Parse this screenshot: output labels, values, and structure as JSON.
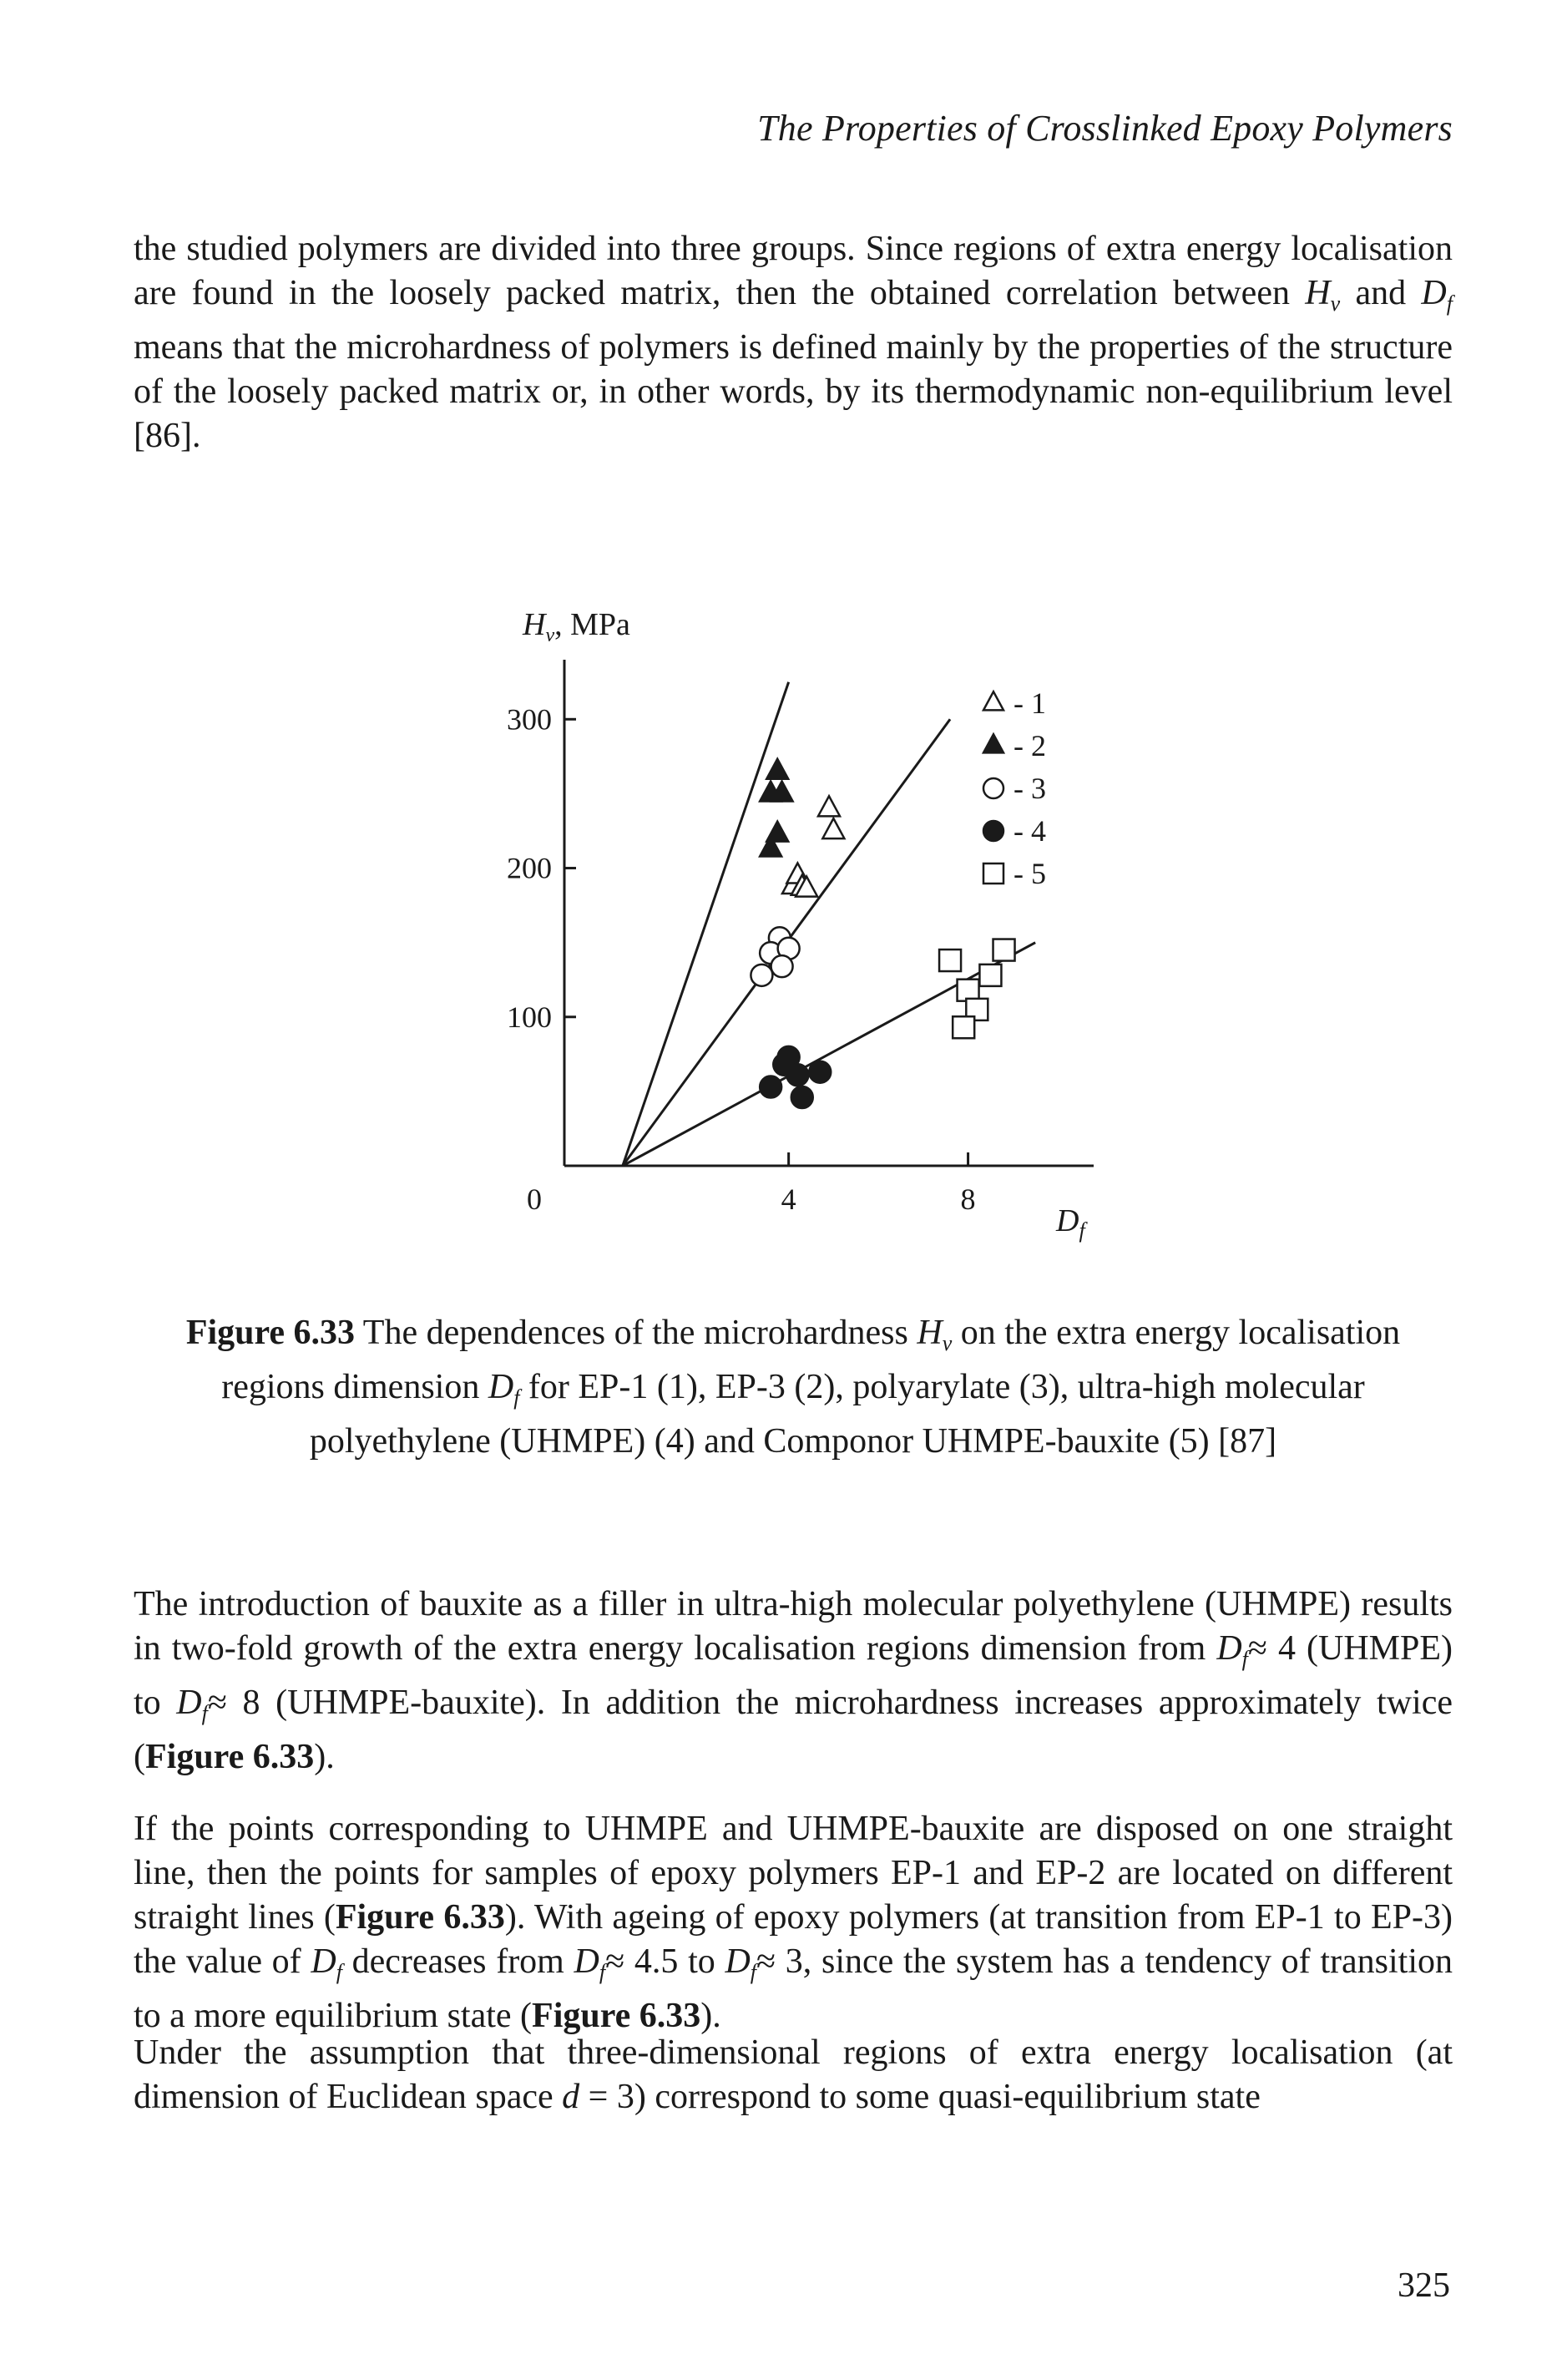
{
  "header": {
    "running_title": "The Properties of Crosslinked Epoxy Polymers"
  },
  "paragraph_1": {
    "t1": "the studied polymers are divided into three groups. Since regions of extra energy localisation are found in the loosely packed matrix, then the obtained correlation between ",
    "hv": "H",
    "hv_sub": "v",
    "t2": " and ",
    "df": "D",
    "df_sub": "f",
    "t3": " means that the microhardness of polymers is defined mainly by the properties of the structure of the loosely packed matrix or, in other words, by its thermodynamic non-equilibrium level [86]."
  },
  "chart_data": {
    "type": "scatter",
    "ylabel": "Hᵥ, MPa",
    "xlabel": "Df",
    "x_ticks": [
      "0",
      "4",
      "8"
    ],
    "y_ticks": [
      "100",
      "200",
      "300"
    ],
    "xlim": [
      -1.0,
      10.8
    ],
    "ylim": [
      0,
      340
    ],
    "legend_position": "top-right",
    "legend": [
      {
        "marker": "open-triangle",
        "label": "- 1"
      },
      {
        "marker": "filled-triangle",
        "label": "- 2"
      },
      {
        "marker": "open-circle",
        "label": "- 3"
      },
      {
        "marker": "filled-circle",
        "label": "- 4"
      },
      {
        "marker": "open-square",
        "label": "- 5"
      }
    ],
    "series": [
      {
        "id": "1",
        "marker": "open-triangle",
        "points": [
          [
            4.9,
            240
          ],
          [
            5.0,
            225
          ],
          [
            4.1,
            188
          ],
          [
            4.2,
            195
          ],
          [
            4.3,
            187
          ],
          [
            4.4,
            186
          ]
        ]
      },
      {
        "id": "2",
        "marker": "filled-triangle",
        "points": [
          [
            3.75,
            265
          ],
          [
            3.6,
            250
          ],
          [
            3.85,
            250
          ],
          [
            3.75,
            223
          ],
          [
            3.6,
            213
          ]
        ]
      },
      {
        "id": "3",
        "marker": "open-circle",
        "points": [
          [
            3.8,
            153
          ],
          [
            3.6,
            143
          ],
          [
            4.0,
            146
          ],
          [
            3.4,
            128
          ],
          [
            3.85,
            134
          ]
        ]
      },
      {
        "id": "4",
        "marker": "filled-circle",
        "points": [
          [
            4.0,
            73
          ],
          [
            3.9,
            68
          ],
          [
            4.7,
            63
          ],
          [
            4.2,
            61
          ],
          [
            3.6,
            53
          ],
          [
            4.3,
            46
          ]
        ]
      },
      {
        "id": "5",
        "marker": "open-square",
        "points": [
          [
            8.8,
            145
          ],
          [
            8.5,
            128
          ],
          [
            7.6,
            138
          ],
          [
            8.0,
            118
          ],
          [
            8.2,
            105
          ],
          [
            7.9,
            93
          ]
        ]
      }
    ],
    "fit_lines": [
      {
        "series": "2",
        "from": [
          0.3,
          0
        ],
        "to": [
          4.0,
          325
        ]
      },
      {
        "series": "1 and 3",
        "from": [
          0.3,
          0
        ],
        "to": [
          7.6,
          300
        ]
      },
      {
        "series": "4 and 5",
        "from": [
          0.3,
          0
        ],
        "to": [
          9.5,
          150
        ]
      }
    ]
  },
  "caption": {
    "label": "Figure 6.33",
    "t1": " The dependences of the microhardness ",
    "hv": "H",
    "hv_sub": "v",
    "t2": " on the extra energy localisation regions dimension ",
    "df": "D",
    "df_sub": "f",
    "t3": " for EP-1 (1), EP-3 (2), polyarylate (3), ultra-high molecular polyethylene (UHMPE) (4) and Componor UHMPE-bauxite (5) [87]"
  },
  "paragraph_2": {
    "t1": "The introduction of bauxite as a filler in ultra-high molecular polyethylene (UHMPE) results in two-fold growth of the extra energy localisation regions dimension from ",
    "d1": "D",
    "d1_sub": "f",
    "t2": "≈ 4 (UHMPE) to ",
    "d2": "D",
    "d2_sub": "f",
    "t3": "≈ 8 (UHMPE-bauxite). In addition the microhardness increases approximately twice (",
    "ref": "Figure 6.33",
    "t4": ")."
  },
  "paragraph_3": {
    "t1": "If the points corresponding to UHMPE and UHMPE-bauxite are disposed on one straight line, then the points for samples of epoxy polymers EP-1 and EP-2 are located on different straight lines (",
    "ref1": "Figure 6.33",
    "t2": "). With ageing of epoxy polymers (at transition from EP-1 to EP-3) the value of ",
    "d1": "D",
    "d1_sub": "f",
    "t3": " decreases from ",
    "d2": "D",
    "d2_sub": "f",
    "t4": "≈ 4.5 to ",
    "d3": "D",
    "d3_sub": "f",
    "t5": "≈ 3, since the system has a tendency of transition to a more equilibrium state (",
    "ref2": "Figure 6.33",
    "t6": ")."
  },
  "paragraph_4": {
    "text": "Under the assumption that three-dimensional regions of extra energy localisation (at dimension of Euclidean space ",
    "d": "d",
    "t2": " = 3) correspond to some quasi-equilibrium state"
  },
  "footer": {
    "page_number": "325"
  }
}
